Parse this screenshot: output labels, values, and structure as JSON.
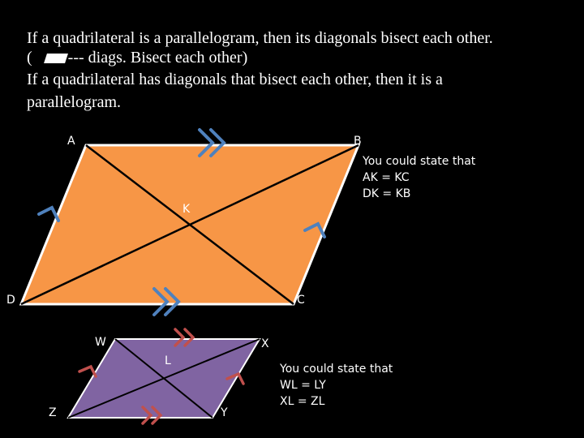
{
  "theorem": {
    "line1": "If a quadrilateral is a parallelogram, then its diagonals bisect each other.",
    "line2_open": "(",
    "line2_rest": "--- diags. Bisect each other)",
    "line3": "If a quadrilateral has diagonals that bisect each other, then it is a",
    "line4": "parallelogram."
  },
  "figure1": {
    "vertices": {
      "a": "A",
      "b": "B",
      "c": "C",
      "d": "D",
      "k": "K"
    },
    "fill": "#f79646",
    "note": [
      "You could state that",
      "AK = KC",
      "DK = KB"
    ]
  },
  "figure2": {
    "vertices": {
      "w": "W",
      "x": "X",
      "y": "Y",
      "z": "Z",
      "l": "L"
    },
    "fill": "#8064a2",
    "note": [
      "You could state that",
      "WL = LY",
      "XL = ZL"
    ]
  },
  "colors": {
    "tick_blue": "#4f81bd",
    "tick_red": "#c0504d"
  }
}
